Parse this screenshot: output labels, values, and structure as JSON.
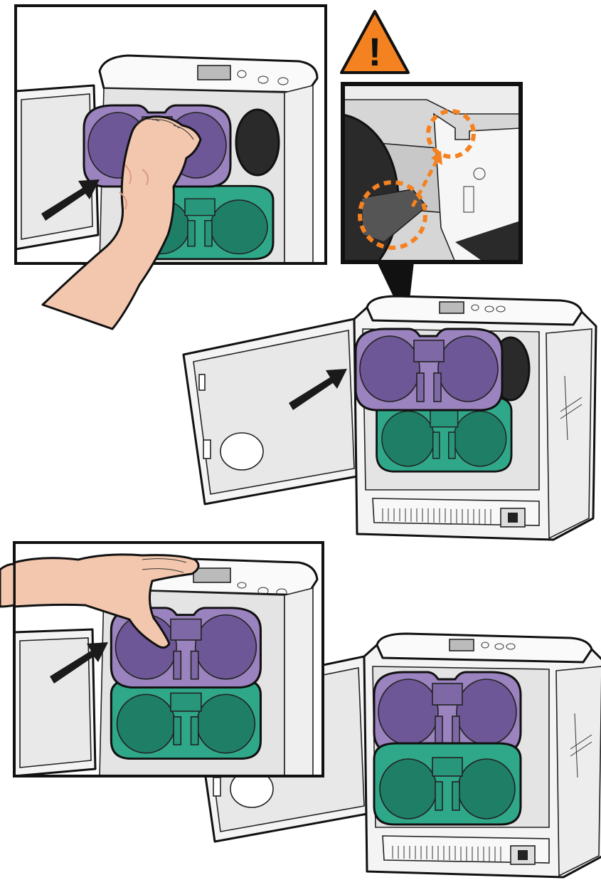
{
  "warning_symbol": {
    "icon": "warning-triangle-icon",
    "glyph": "!",
    "color": "#F58220"
  },
  "colors": {
    "purple": "#9A83BE",
    "purple_dark": "#6E5796",
    "green": "#2FA88A",
    "green_dark": "#1F7E66",
    "orange_callout": "#F58220",
    "skin": "#F2C7AE",
    "skin_shadow": "#D99C86",
    "printer_body": "#F4F4F4",
    "interior": "#E4E4E4",
    "lcd": "#BBBBBB"
  },
  "steps": [
    {
      "name": "insert-purple-cartridge-closeup",
      "action": "push-arrow-icon"
    },
    {
      "name": "insert-purple-cartridge-overview",
      "action": "push-arrow-icon"
    },
    {
      "name": "press-cartridges-closeup",
      "action": "push-arrow-icon"
    },
    {
      "name": "cartridges-installed-overview"
    }
  ]
}
